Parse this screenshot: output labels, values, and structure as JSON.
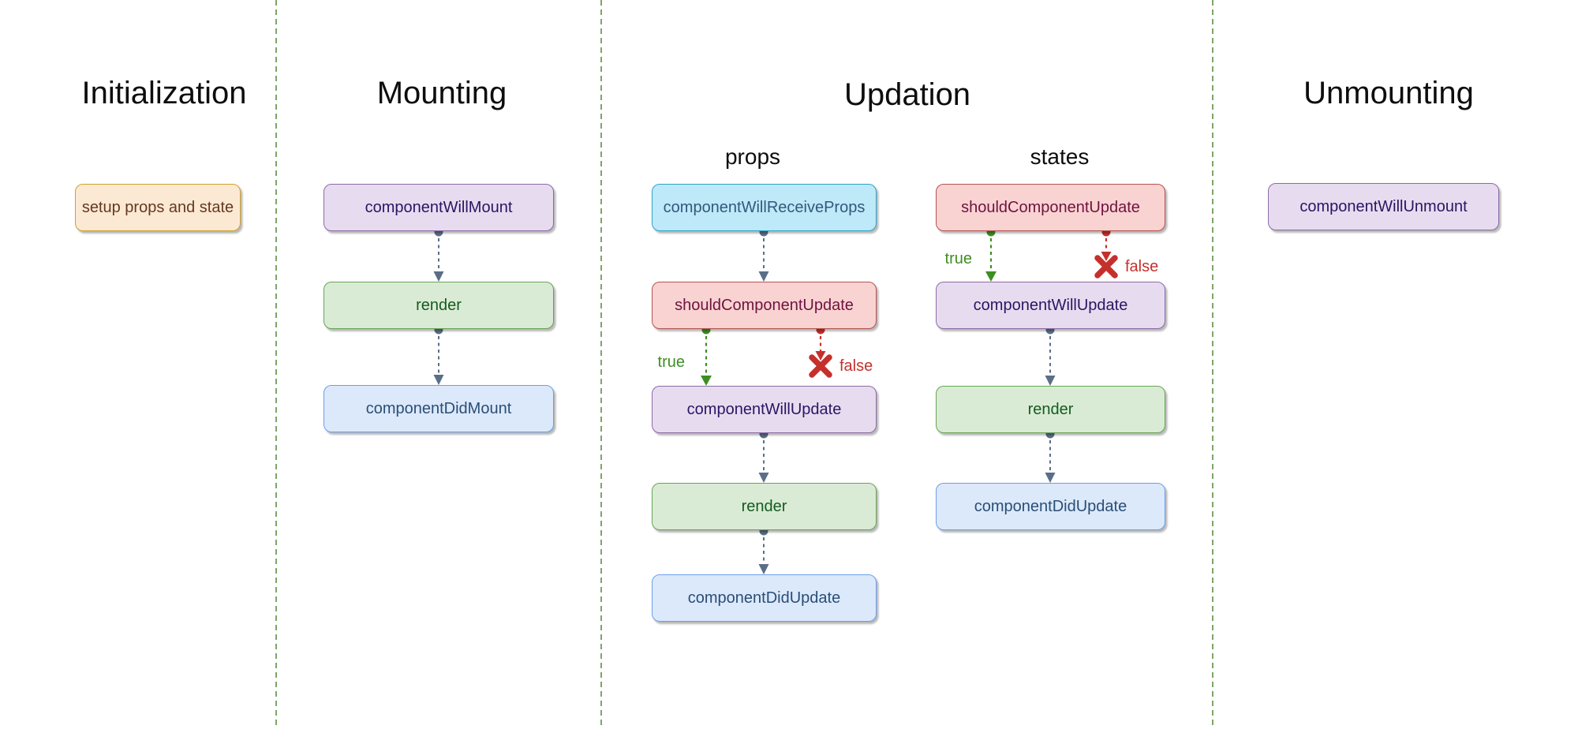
{
  "sections": [
    {
      "title": "Initialization"
    },
    {
      "title": "Mounting"
    },
    {
      "title": "Updation",
      "subcolumns": [
        {
          "title": "props"
        },
        {
          "title": "states"
        }
      ]
    },
    {
      "title": "Unmounting"
    }
  ],
  "nodes": {
    "initialization": [
      {
        "label": "setup props and state",
        "color": "orange"
      }
    ],
    "mounting": [
      {
        "label": "componentWillMount",
        "color": "purple"
      },
      {
        "label": "render",
        "color": "green"
      },
      {
        "label": "componentDidMount",
        "color": "blue"
      }
    ],
    "updation_props": [
      {
        "label": "componentWillReceiveProps",
        "color": "cyan"
      },
      {
        "label": "shouldComponentUpdate",
        "color": "red"
      },
      {
        "label": "componentWillUpdate",
        "color": "purple"
      },
      {
        "label": "render",
        "color": "green"
      },
      {
        "label": "componentDidUpdate",
        "color": "blue"
      }
    ],
    "updation_states": [
      {
        "label": "shouldComponentUpdate",
        "color": "red"
      },
      {
        "label": "componentWillUpdate",
        "color": "purple"
      },
      {
        "label": "render",
        "color": "green"
      },
      {
        "label": "componentDidUpdate",
        "color": "blue"
      }
    ],
    "unmounting": [
      {
        "label": "componentWillUnmount",
        "color": "purple"
      }
    ]
  },
  "branch_labels": {
    "true_label": "true",
    "false_label": "false"
  },
  "palette": {
    "orange": {
      "fill": "#fce9d4",
      "border": "#cfa22e",
      "text": "#64391f"
    },
    "purple": {
      "fill": "#e7dcef",
      "border": "#8e6ba8",
      "text": "#2b1464"
    },
    "green": {
      "fill": "#daebd5",
      "border": "#67a556",
      "text": "#135c1e"
    },
    "blue": {
      "fill": "#dce9fb",
      "border": "#6d9eeb",
      "text": "#2a4e76"
    },
    "cyan": {
      "fill": "#bee9f8",
      "border": "#2fa3c6",
      "text": "#33587c"
    },
    "red": {
      "fill": "#f9d3d1",
      "border": "#b4544f",
      "text": "#6e1341"
    },
    "connector": "#5a6e87",
    "true_green": "#3e8e22",
    "false_red": "#c5302c",
    "divider": "#5d8f44"
  }
}
